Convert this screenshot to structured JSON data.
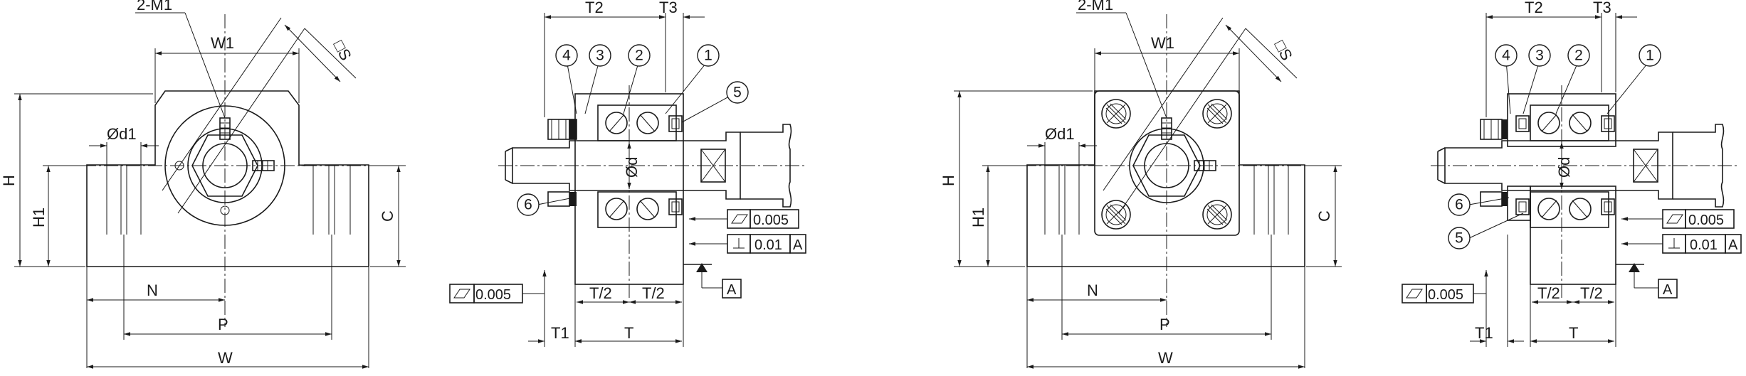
{
  "views": {
    "front_left": {
      "thread": "2-M1",
      "w1": "W1",
      "s": "□S",
      "d1": "Ød1",
      "h": "H",
      "h1": "H1",
      "c": "C",
      "n": "N",
      "p": "P",
      "w": "W"
    },
    "section_left": {
      "t2": "T2",
      "t3": "T3",
      "d": "Ød",
      "t_half_a": "T/2",
      "t_half_b": "T/2",
      "t1": "T1",
      "t": "T",
      "tol_flat_top": "0.005",
      "tol_perp": "0.01",
      "tol_perp_ref": "A",
      "tol_flat_bottom": "0.005",
      "datum": "A",
      "balloons": [
        "4",
        "3",
        "2",
        "1",
        "5",
        "6"
      ]
    },
    "front_right": {
      "thread": "2-M1",
      "w1": "W1",
      "s": "□S",
      "d1": "Ød1",
      "h": "H",
      "h1": "H1",
      "c": "C",
      "n": "N",
      "p": "P",
      "w": "W"
    },
    "section_right": {
      "t2": "T2",
      "t3": "T3",
      "d": "Ød",
      "t_half_a": "T/2",
      "t_half_b": "T/2",
      "t1": "T1",
      "t": "T",
      "tol_flat_top": "0.005",
      "tol_perp": "0.01",
      "tol_perp_ref": "A",
      "tol_flat_bottom": "0.005",
      "datum": "A",
      "balloons": [
        "4",
        "3",
        "2",
        "1",
        "6",
        "5"
      ]
    }
  }
}
